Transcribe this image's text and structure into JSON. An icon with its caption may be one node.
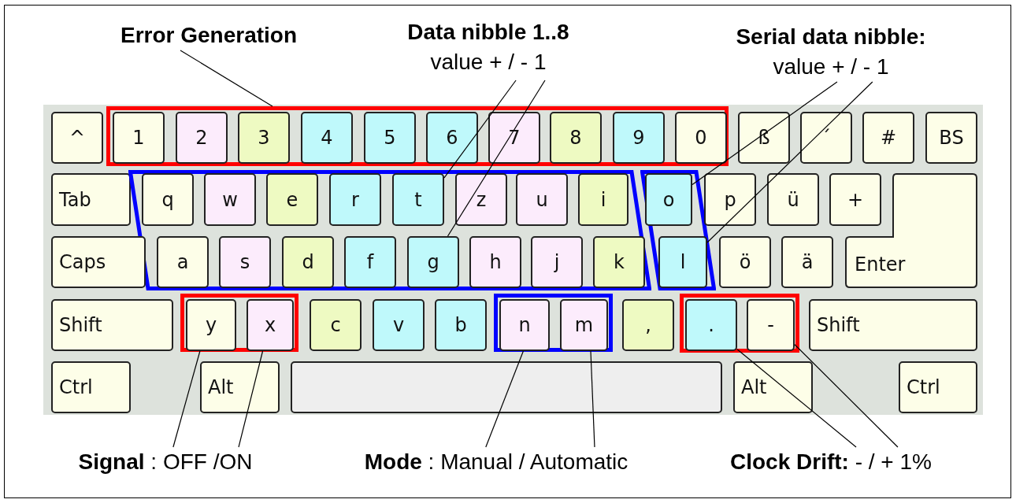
{
  "diagram": {
    "nodes": [
      {
        "text": [
          "Error Generation"
        ]
      },
      {
        "text": [
          "Data nibble 1..8",
          "value + / - 1"
        ]
      },
      {
        "text": [
          "Serial data nibble:",
          "value + / - 1"
        ]
      },
      {
        "text": [
          "^"
        ]
      },
      {
        "text": [],
        "shape": "box"
      },
      {
        "text": [
          "1"
        ],
        "in": 4
      },
      {
        "text": [
          "2"
        ],
        "in": 4
      },
      {
        "text": [
          "3"
        ],
        "in": 4
      },
      {
        "text": [
          "4"
        ],
        "in": 4
      },
      {
        "text": [
          "5"
        ],
        "in": 4
      },
      {
        "text": [
          "6"
        ],
        "in": 4
      },
      {
        "text": [
          "7"
        ],
        "in": 4
      },
      {
        "text": [
          "8"
        ],
        "in": 4
      },
      {
        "text": [
          "9"
        ],
        "in": 4
      },
      {
        "text": [
          "0"
        ],
        "in": 4
      },
      {
        "text": [
          "ß"
        ]
      },
      {
        "text": [
          "´"
        ]
      },
      {
        "text": [
          "#"
        ]
      },
      {
        "text": [
          "BS"
        ]
      },
      {
        "text": [
          "Tab"
        ]
      },
      {
        "text": [],
        "shape": "parallelogram"
      },
      {
        "text": [
          "q"
        ],
        "in": 20
      },
      {
        "text": [
          "w"
        ],
        "in": 20
      },
      {
        "text": [
          "e"
        ],
        "in": 20
      },
      {
        "text": [
          "r"
        ],
        "in": 20
      },
      {
        "text": [
          "t"
        ],
        "in": 20
      },
      {
        "text": [
          "z"
        ],
        "in": 20
      },
      {
        "text": [
          "u"
        ],
        "in": 20
      },
      {
        "text": [
          "i"
        ],
        "in": 20
      },
      {
        "text": [],
        "shape": "parallelogram"
      },
      {
        "text": [
          "o"
        ],
        "in": 29
      },
      {
        "text": [
          "p"
        ]
      },
      {
        "text": [
          "ü"
        ]
      },
      {
        "text": [
          "+"
        ]
      },
      {
        "text": [
          "Enter"
        ]
      },
      {
        "text": [
          "Caps"
        ]
      },
      {
        "text": [
          "a"
        ],
        "in": 20
      },
      {
        "text": [
          "s"
        ],
        "in": 20
      },
      {
        "text": [
          "d"
        ],
        "in": 20
      },
      {
        "text": [
          "f"
        ],
        "in": 20
      },
      {
        "text": [
          "g"
        ],
        "in": 20
      },
      {
        "text": [
          "h"
        ],
        "in": 20
      },
      {
        "text": [
          "j"
        ],
        "in": 20
      },
      {
        "text": [
          "k"
        ],
        "in": 20
      },
      {
        "text": [
          "l"
        ],
        "in": 29
      },
      {
        "text": [
          "ö"
        ]
      },
      {
        "text": [
          "ä"
        ]
      },
      {
        "text": [
          "Shift"
        ]
      },
      {
        "text": [],
        "shape": "box"
      },
      {
        "text": [
          "y"
        ],
        "in": 48
      },
      {
        "text": [
          "x"
        ],
        "in": 48
      },
      {
        "text": [
          "c"
        ]
      },
      {
        "text": [
          "v"
        ]
      },
      {
        "text": [
          "b"
        ]
      },
      {
        "text": [],
        "shape": "box"
      },
      {
        "text": [
          "n"
        ],
        "in": 54
      },
      {
        "text": [
          "m"
        ],
        "in": 54
      },
      {
        "text": [
          ","
        ]
      },
      {
        "text": [],
        "shape": "box"
      },
      {
        "text": [
          "."
        ],
        "in": 58
      },
      {
        "text": [
          "-"
        ],
        "in": 58
      },
      {
        "text": [
          "Shift"
        ]
      },
      {
        "text": [
          "Ctrl"
        ]
      },
      {
        "text": [
          "Alt"
        ]
      },
      {
        "text": [],
        "shape": "box"
      },
      {
        "text": [
          "Alt"
        ]
      },
      {
        "text": [
          "Ctrl"
        ]
      },
      {
        "text": [
          "**Signal** : OFF /ON"
        ]
      },
      {
        "text": [
          "**Mode** : Manual / Automatic"
        ]
      },
      {
        "text": [
          "**Clock Drift:** - / + 1%"
        ]
      }
    ],
    "edges": [
      {
        "from": 0,
        "to": 4,
        "arrow": "none"
      },
      {
        "from": 1,
        "to": 25,
        "arrow": "none"
      },
      {
        "from": 1,
        "to": 40,
        "arrow": "none"
      },
      {
        "from": 2,
        "to": 30,
        "arrow": "none"
      },
      {
        "from": 2,
        "to": 44,
        "arrow": "none"
      },
      {
        "from": 67,
        "to": 49,
        "arrow": "none"
      },
      {
        "from": 67,
        "to": 50,
        "arrow": "none"
      },
      {
        "from": 68,
        "to": 55,
        "arrow": "none"
      },
      {
        "from": 68,
        "to": 56,
        "arrow": "none"
      },
      {
        "from": 69,
        "to": 59,
        "arrow": "none"
      },
      {
        "from": 69,
        "to": 60,
        "arrow": "none"
      }
    ]
  }
}
